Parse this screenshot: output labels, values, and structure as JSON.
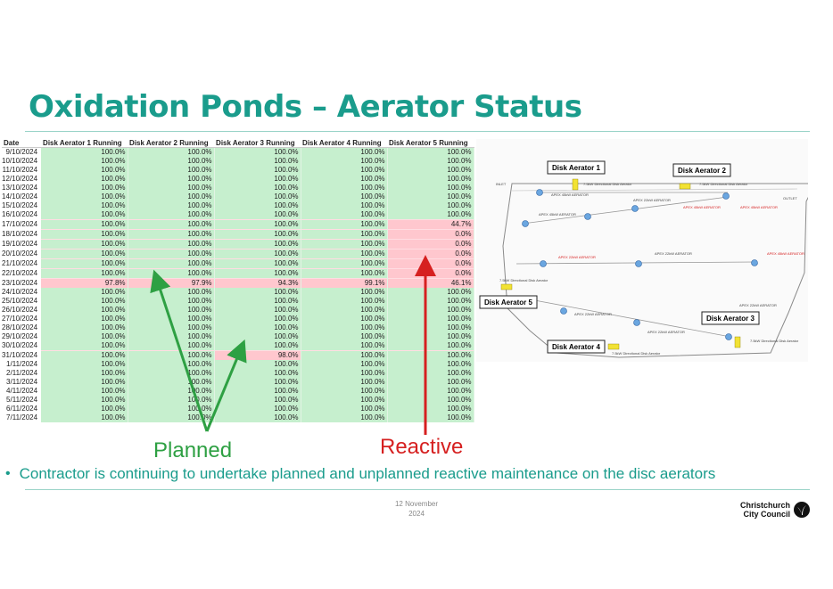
{
  "title": "Oxidation Ponds – Aerator Status",
  "table": {
    "headers": [
      "Date",
      "Disk Aerator 1 Running",
      "Disk Aerator 2 Running",
      "Disk Aerator 3 Running",
      "Disk Aerator 4 Running",
      "Disk Aerator 5 Running"
    ],
    "rows": [
      {
        "date": "9/10/2024",
        "v": [
          "100.0%",
          "100.0%",
          "100.0%",
          "100.0%",
          "100.0%"
        ]
      },
      {
        "date": "10/10/2024",
        "v": [
          "100.0%",
          "100.0%",
          "100.0%",
          "100.0%",
          "100.0%"
        ]
      },
      {
        "date": "11/10/2024",
        "v": [
          "100.0%",
          "100.0%",
          "100.0%",
          "100.0%",
          "100.0%"
        ]
      },
      {
        "date": "12/10/2024",
        "v": [
          "100.0%",
          "100.0%",
          "100.0%",
          "100.0%",
          "100.0%"
        ]
      },
      {
        "date": "13/10/2024",
        "v": [
          "100.0%",
          "100.0%",
          "100.0%",
          "100.0%",
          "100.0%"
        ]
      },
      {
        "date": "14/10/2024",
        "v": [
          "100.0%",
          "100.0%",
          "100.0%",
          "100.0%",
          "100.0%"
        ]
      },
      {
        "date": "15/10/2024",
        "v": [
          "100.0%",
          "100.0%",
          "100.0%",
          "100.0%",
          "100.0%"
        ]
      },
      {
        "date": "16/10/2024",
        "v": [
          "100.0%",
          "100.0%",
          "100.0%",
          "100.0%",
          "100.0%"
        ]
      },
      {
        "date": "17/10/2024",
        "v": [
          "100.0%",
          "100.0%",
          "100.0%",
          "100.0%",
          "44.7%"
        ]
      },
      {
        "date": "18/10/2024",
        "v": [
          "100.0%",
          "100.0%",
          "100.0%",
          "100.0%",
          "0.0%"
        ]
      },
      {
        "date": "19/10/2024",
        "v": [
          "100.0%",
          "100.0%",
          "100.0%",
          "100.0%",
          "0.0%"
        ]
      },
      {
        "date": "20/10/2024",
        "v": [
          "100.0%",
          "100.0%",
          "100.0%",
          "100.0%",
          "0.0%"
        ]
      },
      {
        "date": "21/10/2024",
        "v": [
          "100.0%",
          "100.0%",
          "100.0%",
          "100.0%",
          "0.0%"
        ]
      },
      {
        "date": "22/10/2024",
        "v": [
          "100.0%",
          "100.0%",
          "100.0%",
          "100.0%",
          "0.0%"
        ]
      },
      {
        "date": "23/10/2024",
        "v": [
          "97.8%",
          "97.9%",
          "94.3%",
          "99.1%",
          "46.1%"
        ]
      },
      {
        "date": "24/10/2024",
        "v": [
          "100.0%",
          "100.0%",
          "100.0%",
          "100.0%",
          "100.0%"
        ]
      },
      {
        "date": "25/10/2024",
        "v": [
          "100.0%",
          "100.0%",
          "100.0%",
          "100.0%",
          "100.0%"
        ]
      },
      {
        "date": "26/10/2024",
        "v": [
          "100.0%",
          "100.0%",
          "100.0%",
          "100.0%",
          "100.0%"
        ]
      },
      {
        "date": "27/10/2024",
        "v": [
          "100.0%",
          "100.0%",
          "100.0%",
          "100.0%",
          "100.0%"
        ]
      },
      {
        "date": "28/10/2024",
        "v": [
          "100.0%",
          "100.0%",
          "100.0%",
          "100.0%",
          "100.0%"
        ]
      },
      {
        "date": "29/10/2024",
        "v": [
          "100.0%",
          "100.0%",
          "100.0%",
          "100.0%",
          "100.0%"
        ]
      },
      {
        "date": "30/10/2024",
        "v": [
          "100.0%",
          "100.0%",
          "100.0%",
          "100.0%",
          "100.0%"
        ]
      },
      {
        "date": "31/10/2024",
        "v": [
          "100.0%",
          "100.0%",
          "98.0%",
          "100.0%",
          "100.0%"
        ]
      },
      {
        "date": "1/11/2024",
        "v": [
          "100.0%",
          "100.0%",
          "100.0%",
          "100.0%",
          "100.0%"
        ]
      },
      {
        "date": "2/11/2024",
        "v": [
          "100.0%",
          "100.0%",
          "100.0%",
          "100.0%",
          "100.0%"
        ]
      },
      {
        "date": "3/11/2024",
        "v": [
          "100.0%",
          "100.0%",
          "100.0%",
          "100.0%",
          "100.0%"
        ]
      },
      {
        "date": "4/11/2024",
        "v": [
          "100.0%",
          "100.0%",
          "100.0%",
          "100.0%",
          "100.0%"
        ]
      },
      {
        "date": "5/11/2024",
        "v": [
          "100.0%",
          "100.0%",
          "100.0%",
          "100.0%",
          "100.0%"
        ]
      },
      {
        "date": "6/11/2024",
        "v": [
          "100.0%",
          "100.0%",
          "100.0%",
          "100.0%",
          "100.0%"
        ]
      },
      {
        "date": "7/11/2024",
        "v": [
          "100.0%",
          "100.0%",
          "100.0%",
          "100.0%",
          "100.0%"
        ]
      }
    ]
  },
  "annotations": {
    "planned": "Planned",
    "reactive": "Reactive",
    "planned_color": "#2ea043",
    "reactive_color": "#d62020"
  },
  "bullet": "Contractor is continuing to undertake planned and unplanned reactive maintenance on the disc aerators",
  "footer": {
    "date_line1": "12 November",
    "date_line2": "2024",
    "logo_line1": "Christchurch",
    "logo_line2": "City Council",
    "logo_icon": "fern-leaf-icon"
  },
  "diagram": {
    "inlet": "INLET",
    "outlet": "OUTLET",
    "labels": [
      "Disk Aerator 1",
      "Disk Aerator 2",
      "Disk Aerator 3",
      "Disk Aerator 4",
      "Disk Aerator 5"
    ],
    "directional": "7.5kW Directional Disk Aerator",
    "apex45": "APEX 45kW AERATOR",
    "apex22": "APEX 22kW AERATOR"
  },
  "colors": {
    "title": "#1a9c8c",
    "ok_fill": "#c6efce",
    "bad_fill": "#ffc7ce"
  }
}
